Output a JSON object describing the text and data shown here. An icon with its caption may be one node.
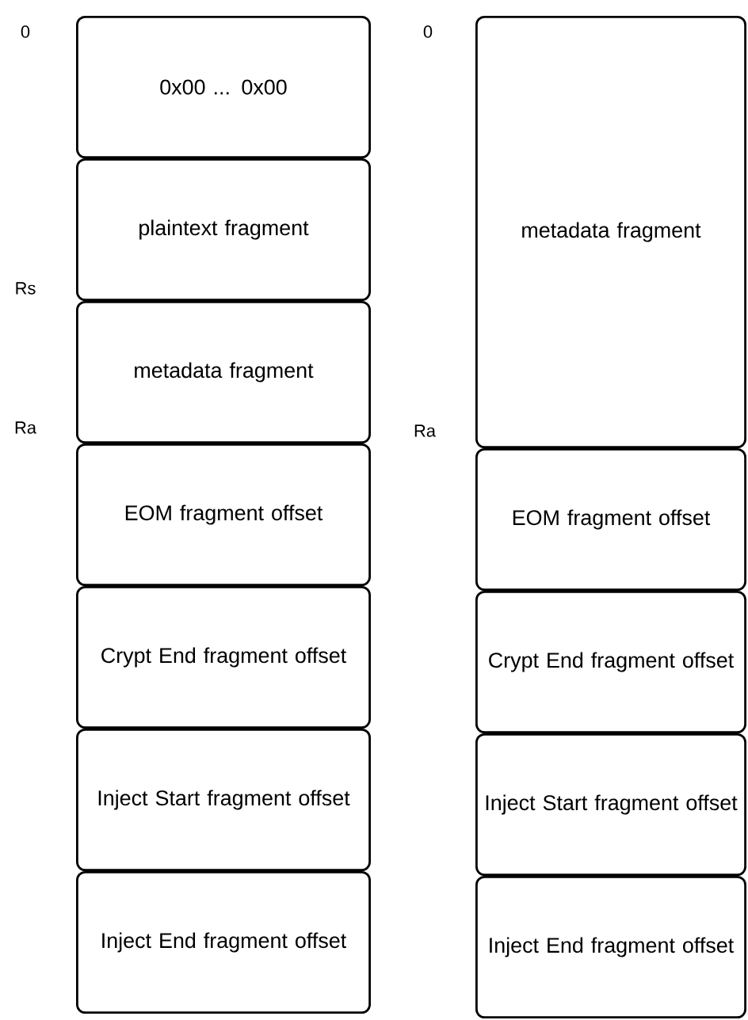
{
  "diagram": {
    "nodes": [
      {
        "text": [
          "0x00 ... 0x00"
        ]
      },
      {
        "text": [
          "plaintext fragment"
        ]
      },
      {
        "text": [
          "metadata fragment"
        ]
      },
      {
        "text": [
          "EOM fragment offset"
        ]
      },
      {
        "text": [
          "Crypt End fragment offset"
        ]
      },
      {
        "text": [
          "Inject Start fragment offset"
        ]
      },
      {
        "text": [
          "Inject End fragment offset"
        ]
      },
      {
        "text": [
          "metadata fragment"
        ]
      },
      {
        "text": [
          "EOM fragment offset"
        ]
      },
      {
        "text": [
          "Crypt End fragment offset"
        ]
      },
      {
        "text": [
          "Inject Start fragment offset"
        ]
      },
      {
        "text": [
          "Inject End fragment offset"
        ]
      }
    ],
    "labels": [
      "0",
      "Rs",
      "Ra",
      "0",
      "Ra"
    ]
  }
}
